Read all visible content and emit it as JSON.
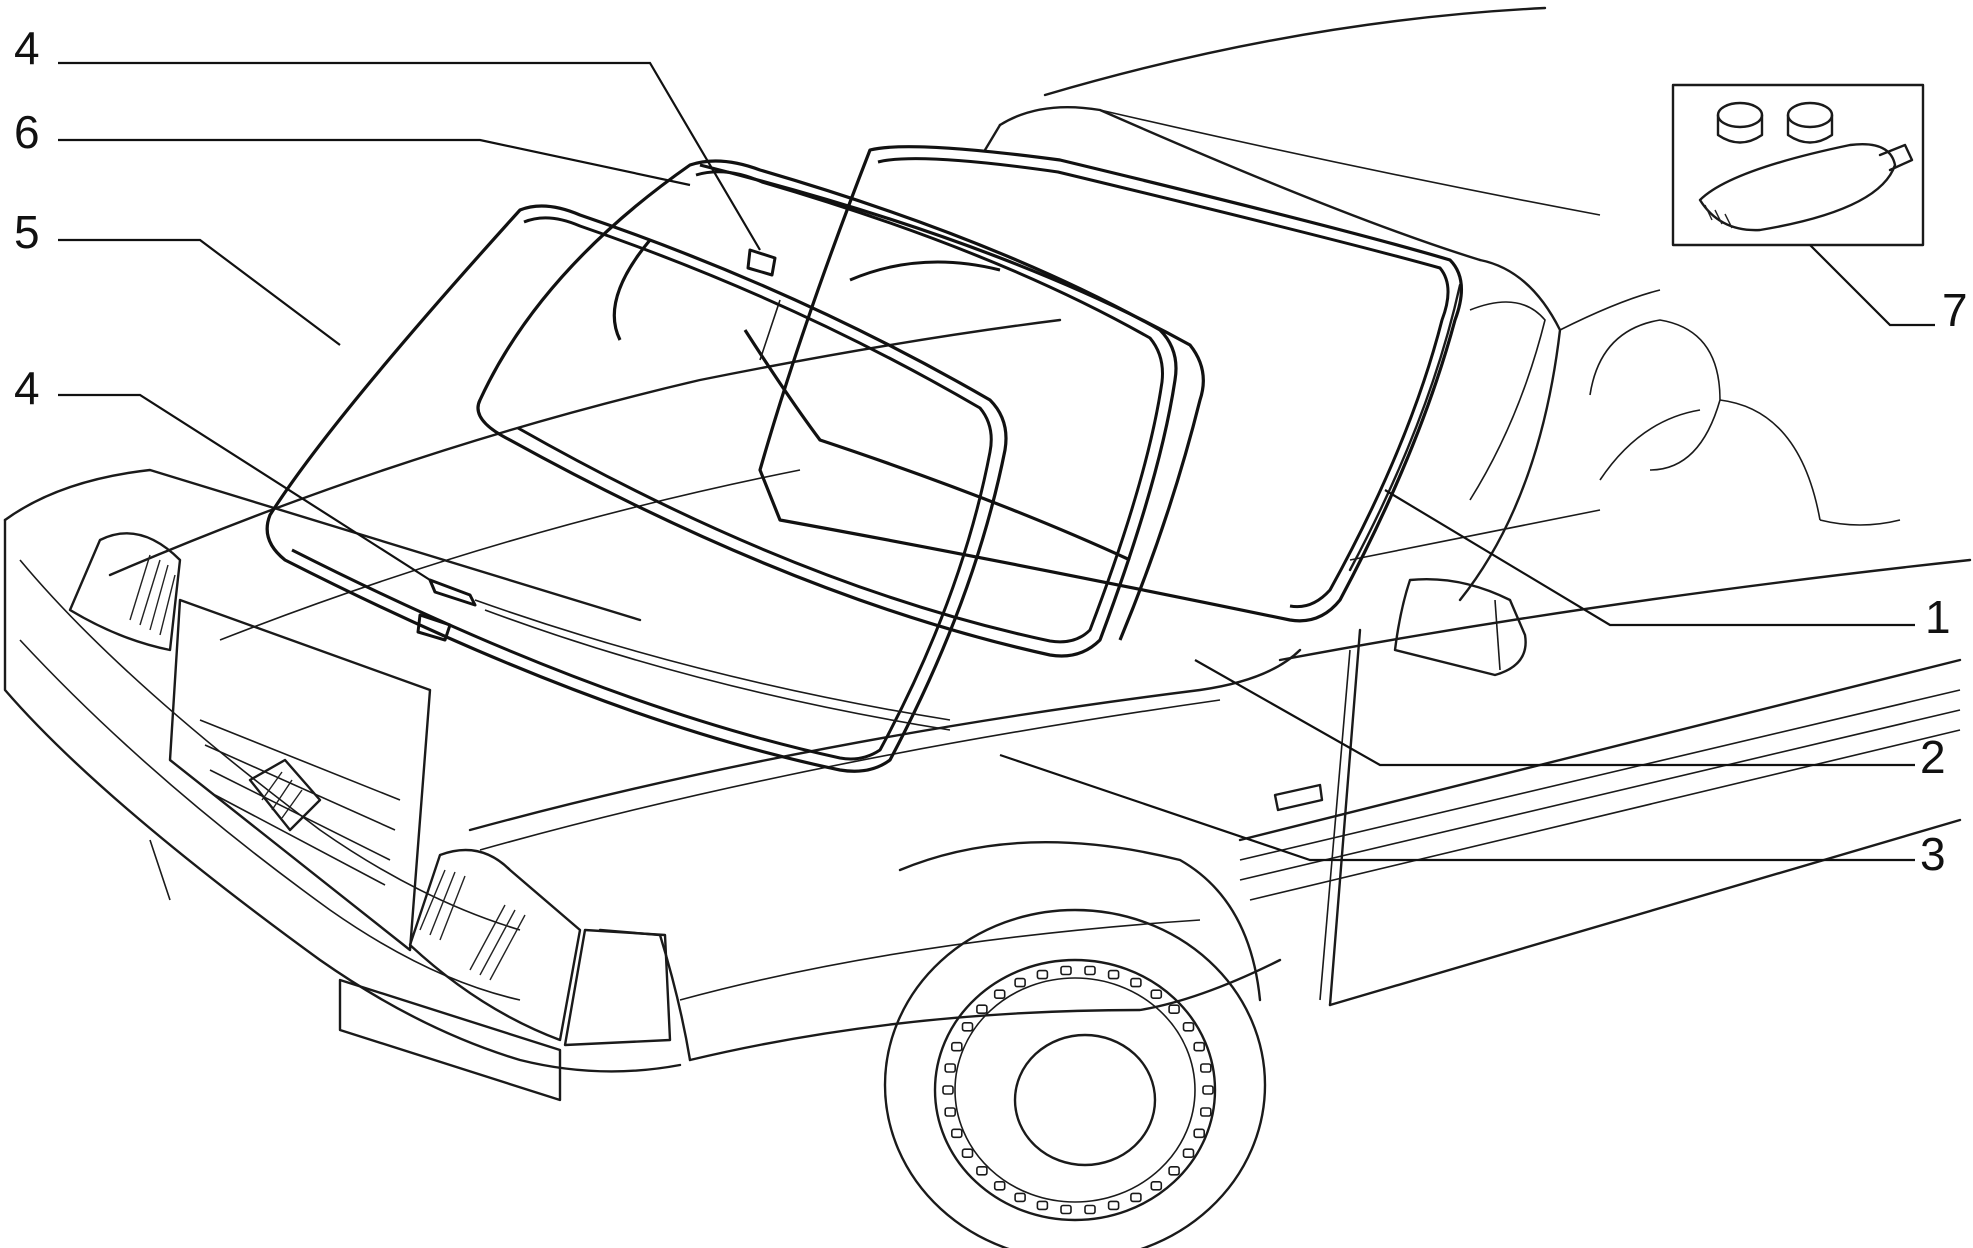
{
  "figure": {
    "callouts": [
      {
        "id": "c4-top",
        "label": "4"
      },
      {
        "id": "c6",
        "label": "6"
      },
      {
        "id": "c5",
        "label": "5"
      },
      {
        "id": "c4-left",
        "label": "4"
      },
      {
        "id": "c7",
        "label": "7"
      },
      {
        "id": "c1",
        "label": "1"
      },
      {
        "id": "c2",
        "label": "2"
      },
      {
        "id": "c3",
        "label": "3"
      }
    ]
  },
  "colors": {
    "ink": "#111111",
    "background": "#ffffff"
  }
}
